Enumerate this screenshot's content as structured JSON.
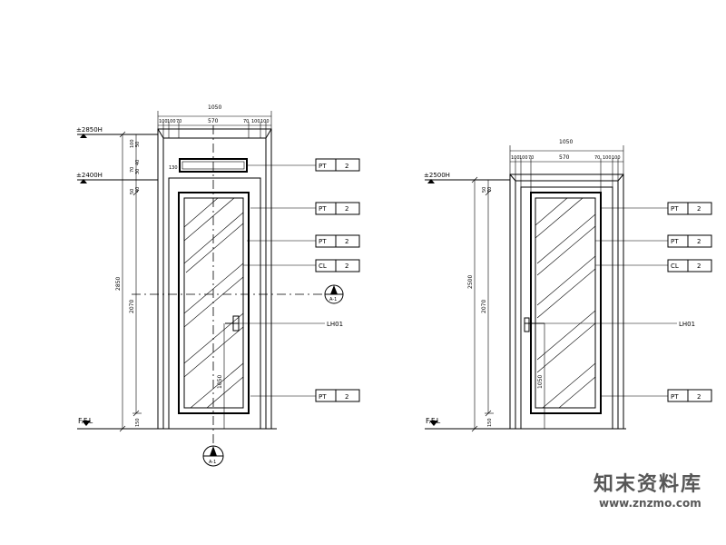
{
  "door_left": {
    "width_total": "1050",
    "width_parts": [
      "100",
      "100",
      "70",
      "570",
      "70",
      "100",
      "100"
    ],
    "height_total": "2850",
    "door_height": "2070",
    "level_top": "±2850H",
    "level_mid": "±2400H",
    "floor_label": "F.F.L",
    "vertical_dims": [
      "100",
      "50",
      "70",
      "40",
      "30",
      "50",
      "40"
    ],
    "bottom_dim": "150",
    "transom_dim": "130",
    "handle_dim": "1050",
    "section_mark_side": {
      "num": "2",
      "ref": "A-1"
    },
    "section_mark_bottom": {
      "num": "1",
      "ref": "A-1"
    },
    "tags": [
      {
        "code": "PT",
        "num": "2"
      },
      {
        "code": "PT",
        "num": "2"
      },
      {
        "code": "PT",
        "num": "2"
      },
      {
        "code": "CL",
        "num": "2"
      },
      {
        "code": "PT",
        "num": "2"
      }
    ],
    "hardware_label": "LH01"
  },
  "door_right": {
    "width_total": "1050",
    "width_parts": [
      "100",
      "100",
      "70",
      "570",
      "70",
      "100",
      "100"
    ],
    "height_total": "2500",
    "door_height": "2070",
    "level_top": "±2500H",
    "floor_label": "F.F.L",
    "vertical_dims": [
      "50",
      "70"
    ],
    "bottom_dim": "150",
    "handle_dim": "1050",
    "tags": [
      {
        "code": "PT",
        "num": "2"
      },
      {
        "code": "PT",
        "num": "2"
      },
      {
        "code": "CL",
        "num": "2"
      },
      {
        "code": "PT",
        "num": "2"
      }
    ],
    "hardware_label": "LH01"
  },
  "watermark": {
    "site_name": "知末资料库",
    "url": "www.znzmo.com"
  }
}
